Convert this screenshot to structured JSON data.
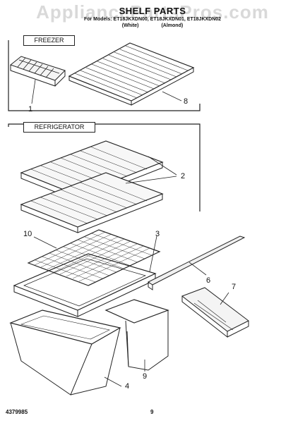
{
  "title": {
    "main": "SHELF PARTS",
    "models": "For Models: ET18JKXDN00, ET18JKXDN01, ET18JKXDN02",
    "colors": [
      "(White)",
      "(Almond)"
    ]
  },
  "watermark": "AppliancePartsPros.com",
  "sections": {
    "freezer": "FREEZER",
    "refrigerator": "REFRIGERATOR"
  },
  "callouts": {
    "c1": "1",
    "c8": "8",
    "c2": "2",
    "c10": "10",
    "c3": "3",
    "c6": "6",
    "c7": "7",
    "c4": "4",
    "c9": "9"
  },
  "footer": {
    "doc_number": "4379985",
    "page_number": "9"
  },
  "colors": {
    "line": "#222222",
    "background": "#ffffff"
  }
}
